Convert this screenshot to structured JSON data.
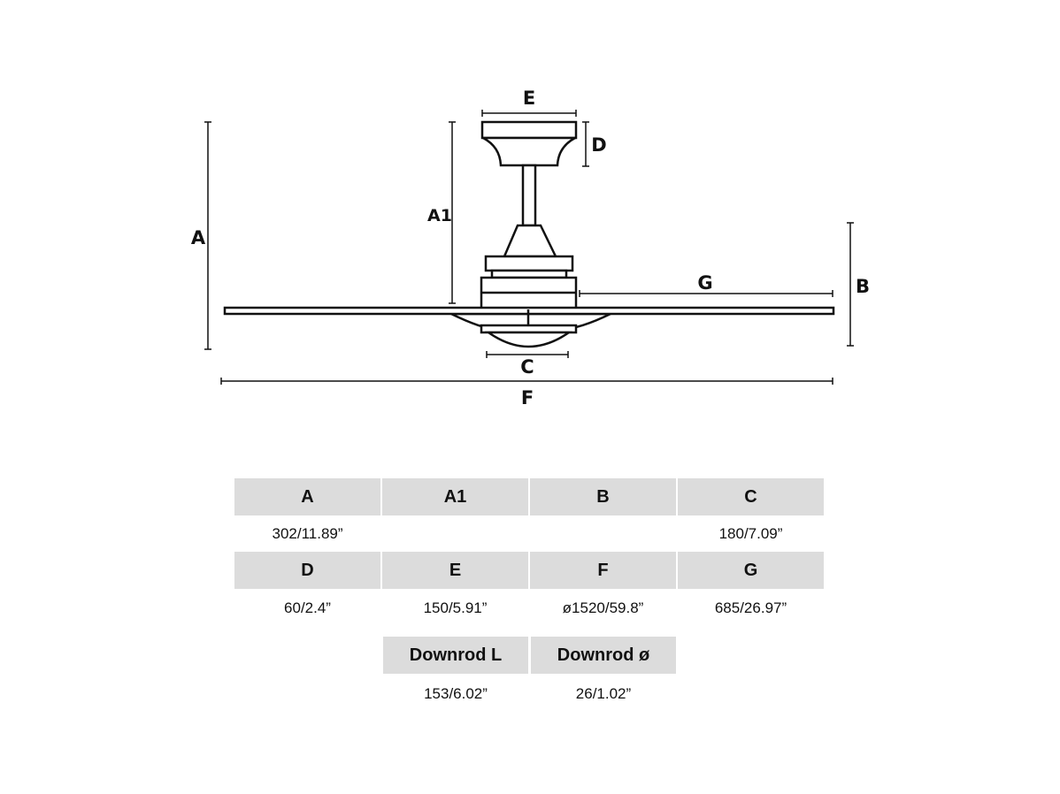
{
  "diagram": {
    "labels": {
      "A": "A",
      "A1": "A1",
      "B": "B",
      "C": "C",
      "D": "D",
      "E": "E",
      "F": "F",
      "G": "G"
    }
  },
  "table": {
    "row1": [
      {
        "header": "A",
        "value": "302/11.89”"
      },
      {
        "header": "A1",
        "value": ""
      },
      {
        "header": "B",
        "value": ""
      },
      {
        "header": "C",
        "value": "180/7.09”"
      }
    ],
    "row2": [
      {
        "header": "D",
        "value": "60/2.4”"
      },
      {
        "header": "E",
        "value": "150/5.91”"
      },
      {
        "header": "F",
        "value": "ø1520/59.8”"
      },
      {
        "header": "G",
        "value": "685/26.97”"
      }
    ],
    "row3": [
      {
        "header": "Downrod L",
        "value": "153/6.02”"
      },
      {
        "header": "Downrod ø",
        "value": "26/1.02”"
      }
    ]
  }
}
